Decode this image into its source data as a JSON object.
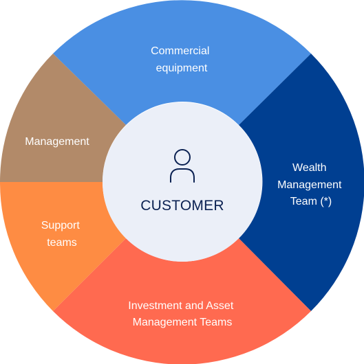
{
  "center": {
    "label": "CUSTOMER",
    "icon": "person-icon",
    "fill": "#ebeff8",
    "text_color": "#0b2152"
  },
  "segments": [
    {
      "id": "commercial",
      "lines": [
        "Commercial",
        "equipment"
      ],
      "color": "#4a8fe3"
    },
    {
      "id": "wealth",
      "lines": [
        "Wealth",
        "Management",
        "Team (*)"
      ],
      "color": "#003f91"
    },
    {
      "id": "investment",
      "lines": [
        "Investment and Asset",
        "Management Teams"
      ],
      "color": "#ff6a50"
    },
    {
      "id": "support",
      "lines": [
        "Support",
        "teams"
      ],
      "color": "#fe8c43"
    },
    {
      "id": "management",
      "lines": [
        "Management"
      ],
      "color": "#b28a69"
    }
  ]
}
